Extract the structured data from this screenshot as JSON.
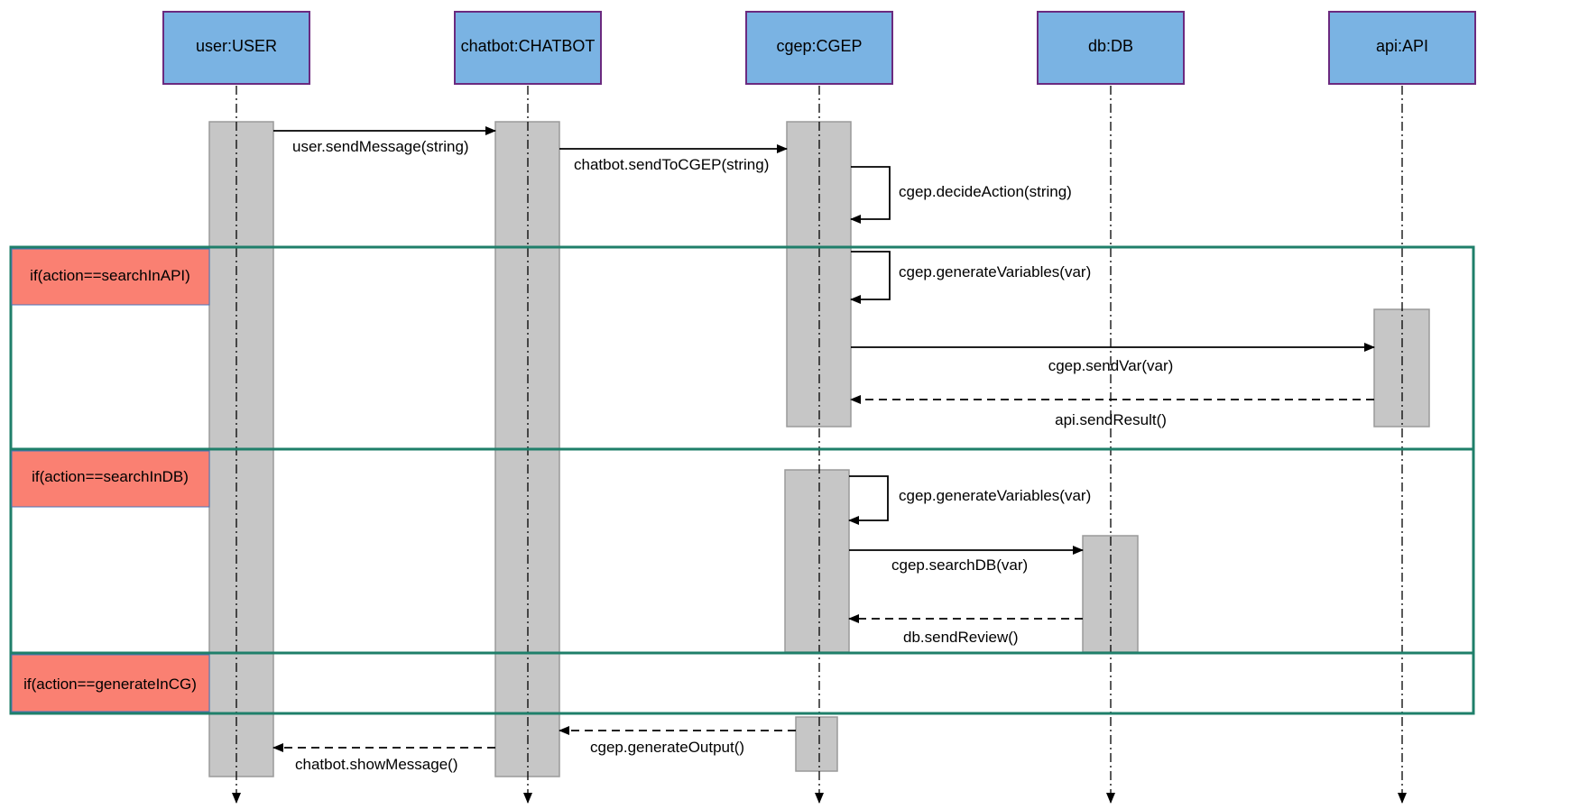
{
  "participants": [
    {
      "id": "user",
      "label": "user:USER"
    },
    {
      "id": "chatbot",
      "label": "chatbot:CHATBOT"
    },
    {
      "id": "cgep",
      "label": "cgep:CGEP"
    },
    {
      "id": "db",
      "label": "db:DB"
    },
    {
      "id": "api",
      "label": "api:API"
    }
  ],
  "frames": [
    {
      "id": "api",
      "condition": "if(action==searchInAPI)"
    },
    {
      "id": "db",
      "condition": "if(action==searchInDB)"
    },
    {
      "id": "cg",
      "condition": "if(action==generateInCG)"
    }
  ],
  "messages": [
    {
      "id": "send-message",
      "from": "user",
      "to": "chatbot",
      "label": "user.sendMessage(string)",
      "style": "solid"
    },
    {
      "id": "send-to-cgep",
      "from": "chatbot",
      "to": "cgep",
      "label": "chatbot.sendToCGEP(string)",
      "style": "solid"
    },
    {
      "id": "decide-action",
      "from": "cgep",
      "to": "cgep",
      "label": "cgep.decideAction(string)",
      "style": "self"
    },
    {
      "id": "generate-variables-api",
      "from": "cgep",
      "to": "cgep",
      "label": "cgep.generateVariables(var)",
      "style": "self"
    },
    {
      "id": "send-var",
      "from": "cgep",
      "to": "api",
      "label": "cgep.sendVar(var)",
      "style": "solid"
    },
    {
      "id": "send-result",
      "from": "api",
      "to": "cgep",
      "label": "api.sendResult()",
      "style": "dashed"
    },
    {
      "id": "generate-variables-db",
      "from": "cgep",
      "to": "cgep",
      "label": "cgep.generateVariables(var)",
      "style": "self"
    },
    {
      "id": "search-db",
      "from": "cgep",
      "to": "db",
      "label": "cgep.searchDB(var)",
      "style": "solid"
    },
    {
      "id": "send-review",
      "from": "db",
      "to": "cgep",
      "label": "db.sendReview()",
      "style": "dashed"
    },
    {
      "id": "generate-output",
      "from": "cgep",
      "to": "chatbot",
      "label": "cgep.generateOutput()",
      "style": "dashed"
    },
    {
      "id": "show-message",
      "from": "chatbot",
      "to": "user",
      "label": "chatbot.showMessage()",
      "style": "dashed"
    }
  ],
  "colors": {
    "participant_fill": "#7ab3e3",
    "participant_border": "#6b2a7f",
    "activation_fill": "#c6c6c6",
    "activation_border": "#9a9a9a",
    "frame_border": "#1f7f6a",
    "frame_label_fill": "#fa8072"
  }
}
